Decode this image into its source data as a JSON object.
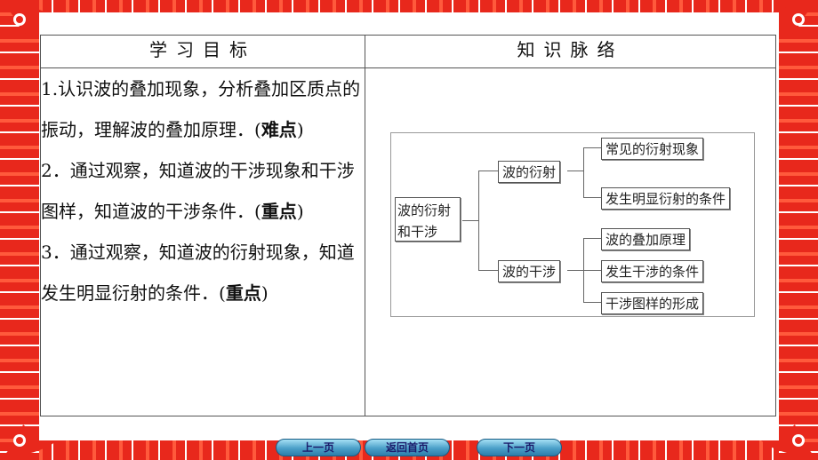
{
  "table": {
    "col1_header": "学习目标",
    "col2_header": "知识脉络"
  },
  "goals": {
    "g1_text": "1.认识波的叠加现象，分析叠加区质点的振动，理解波的叠加原理．(",
    "g1_bold": "难点",
    "g1_end": ")",
    "g2_text": "2．通过观察，知道波的干涉现象和干涉图样，知道波的干涉条件．(",
    "g2_bold": "重点",
    "g2_end": ")",
    "g3_text": "3．通过观察，知道波的衍射现象，知道发生明显衍射的条件．(",
    "g3_bold": "重点",
    "g3_end": ")"
  },
  "mindmap": {
    "root": "波的衍射和干涉",
    "branch_diffraction": "波的衍射",
    "branch_interference": "波的干涉",
    "leaf_common_diffraction": "常见的衍射现象",
    "leaf_diffraction_condition": "发生明显衍射的条件",
    "leaf_superposition": "波的叠加原理",
    "leaf_interference_condition": "发生干涉的条件",
    "leaf_interference_pattern": "干涉图样的形成"
  },
  "nav": {
    "prev": "上一页",
    "home": "返回首页",
    "next": "下一页"
  },
  "colors": {
    "border_red": "#e8281c",
    "nav_blue": "#4a9fc8"
  }
}
